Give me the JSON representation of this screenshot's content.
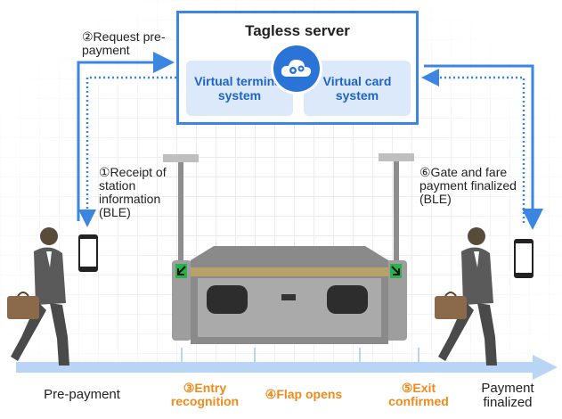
{
  "server": {
    "title": "Tagless server",
    "left_system": "Virtual terminal system",
    "right_system": "Virtual card system"
  },
  "annotations": {
    "request": "②Request pre-payment",
    "receipt": "①Receipt of station information (BLE)",
    "finalize": "⑥Gate and fare payment finalized (BLE)"
  },
  "timeline": {
    "pre_payment": "Pre-payment",
    "entry": "③Entry recognition",
    "flap": "④Flap opens",
    "exit": "⑤Exit confirmed",
    "payment_finalized": "Payment finalized"
  },
  "colors": {
    "blue": "#3a86e0",
    "orange": "#f08a1c",
    "gate_green": "#27b24a",
    "light_blue": "#dbe9fa"
  },
  "icons": [
    "cloud-gear-icon",
    "smartphone-icon",
    "ticket-gate-icon",
    "person-icon",
    "arrow-icon"
  ]
}
